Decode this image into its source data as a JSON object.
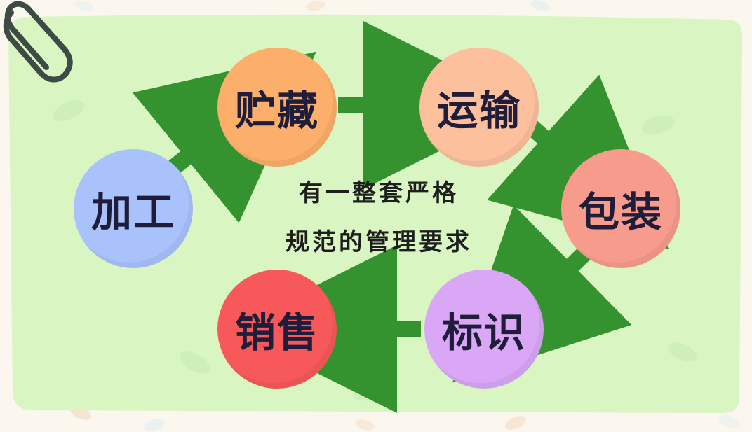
{
  "diagram": {
    "nodes": [
      {
        "id": "processing",
        "label": "加工",
        "color": "#a9c2fb"
      },
      {
        "id": "storage",
        "label": "贮藏",
        "color": "#fcae6b"
      },
      {
        "id": "transport",
        "label": "运输",
        "color": "#fcc09d"
      },
      {
        "id": "packaging",
        "label": "包装",
        "color": "#f79c8d"
      },
      {
        "id": "labeling",
        "label": "标识",
        "color": "#d9a7f6"
      },
      {
        "id": "sales",
        "label": "销售",
        "color": "#f7595a"
      }
    ],
    "center_lines": [
      "有一整套严格",
      "规范的管理要求"
    ],
    "arrow_color": "#34922f",
    "board_color": "#d9f5c2"
  }
}
